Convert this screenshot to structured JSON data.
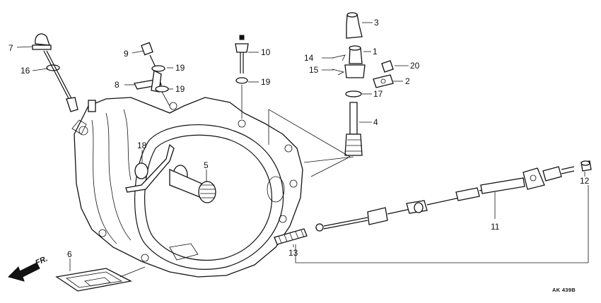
{
  "callouts": [
    {
      "number": "1"
    },
    {
      "number": "2"
    },
    {
      "number": "3"
    },
    {
      "number": "4"
    },
    {
      "number": "5"
    },
    {
      "number": "6"
    },
    {
      "number": "7"
    },
    {
      "number": "8"
    },
    {
      "number": "9"
    },
    {
      "number": "10"
    },
    {
      "number": "11"
    },
    {
      "number": "12"
    },
    {
      "number": "13"
    },
    {
      "number": "14"
    },
    {
      "number": "15"
    },
    {
      "number": "16"
    },
    {
      "number": "17"
    },
    {
      "number": "18"
    },
    {
      "number": "19"
    },
    {
      "number": "19"
    },
    {
      "number": "19"
    },
    {
      "number": "20"
    }
  ],
  "direction_label": "FR.",
  "diagram_code": "AK 439B"
}
